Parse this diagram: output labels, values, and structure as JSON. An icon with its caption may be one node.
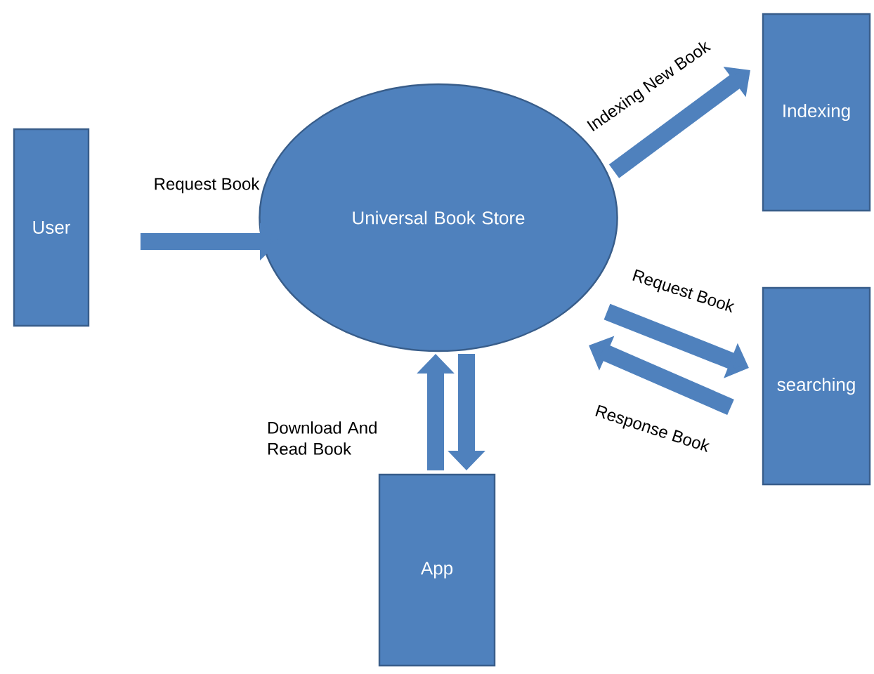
{
  "diagram": {
    "nodes": [
      {
        "text": [
          "User"
        ]
      },
      {
        "text": [
          "Universal Book Store"
        ]
      },
      {
        "text": [
          "Indexing"
        ]
      },
      {
        "text": [
          "searching"
        ]
      },
      {
        "text": [
          "App"
        ]
      }
    ],
    "edges": [
      {
        "from": 0,
        "to": 1,
        "arrow": "to",
        "label": "Request Book"
      },
      {
        "from": 1,
        "to": 2,
        "arrow": "to",
        "label": "Indexing New Book"
      },
      {
        "from": 1,
        "to": 3,
        "arrow": "to",
        "label": "Request Book"
      },
      {
        "from": 3,
        "to": 1,
        "arrow": "to",
        "label": "Response Book"
      },
      {
        "from": 4,
        "to": 1,
        "arrow": "to",
        "label": "Download And Read Book"
      },
      {
        "from": 1,
        "to": 4,
        "arrow": "to"
      }
    ]
  }
}
